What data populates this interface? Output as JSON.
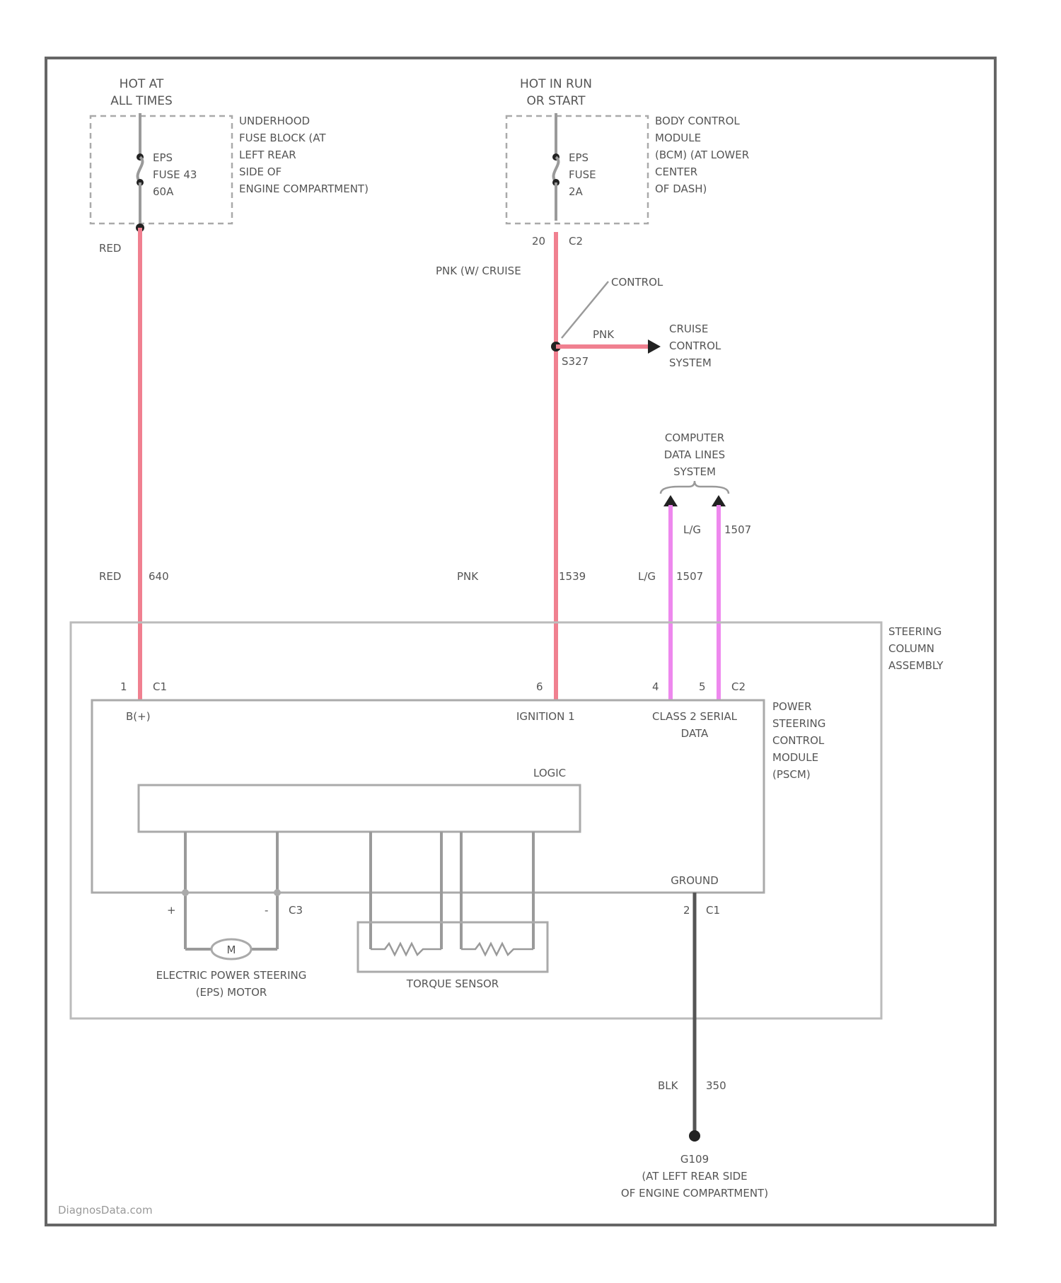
{
  "sources": {
    "hot_at_all_times": [
      "HOT AT",
      "ALL TIMES"
    ],
    "hot_in_run": [
      "HOT IN RUN",
      "OR START"
    ]
  },
  "fuse1": {
    "lines": [
      "EPS",
      "FUSE 43",
      "60A"
    ],
    "wire": "RED"
  },
  "fuse_block": [
    "UNDERHOOD",
    "FUSE BLOCK (AT",
    "LEFT REAR",
    "SIDE OF",
    "ENGINE COMPARTMENT)"
  ],
  "fuse2": {
    "lines": [
      "EPS",
      "FUSE",
      "2A"
    ],
    "pin": "20",
    "conn": "C2"
  },
  "bcm": [
    "BODY CONTROL",
    "MODULE",
    "(BCM) (AT LOWER",
    "CENTER",
    "OF DASH)"
  ],
  "wire_pnk_cruise": "PNK (W/ CRUISE",
  "control": "CONTROL",
  "splice": {
    "wire": "PNK",
    "id": "S327"
  },
  "cruise": [
    "CRUISE",
    "CONTROL",
    "SYSTEM"
  ],
  "data_lines": [
    "COMPUTER",
    "DATA LINES",
    "SYSTEM"
  ],
  "data_wire_top": {
    "color": "L/G",
    "circuit": "1507"
  },
  "wires_mid": {
    "red": "RED",
    "red_circuit": "640",
    "pnk": "PNK",
    "pnk_circuit": "1539",
    "lg": "L/G",
    "lg_circuit": "1507"
  },
  "steering_assembly": [
    "STEERING",
    "COLUMN",
    "ASSEMBLY"
  ],
  "pins": {
    "bplus_pin": "1",
    "c1": "C1",
    "ign_pin": "6",
    "data_pin1": "4",
    "data_pin2": "5",
    "c2": "C2"
  },
  "pscm_labels": {
    "bplus": "B(+)",
    "ignition": "IGNITION 1",
    "serial": [
      "CLASS 2 SERIAL",
      "DATA"
    ],
    "logic": "LOGIC",
    "ground": "GROUND"
  },
  "pscm": [
    "POWER",
    "STEERING",
    "CONTROL",
    "MODULE",
    "(PSCM)"
  ],
  "motor": {
    "plus": "+",
    "minus": "-",
    "conn": "C3",
    "symbol": "M",
    "label": [
      "ELECTRIC POWER STEERING",
      "(EPS) MOTOR"
    ]
  },
  "torque_sensor": "TORQUE SENSOR",
  "ground": {
    "pin": "2",
    "conn": "C1",
    "wire": "BLK",
    "circuit": "350",
    "id": "G109",
    "location": [
      "(AT LEFT REAR SIDE",
      "OF ENGINE COMPARTMENT)"
    ]
  },
  "watermark": "DiagnosData.com",
  "colors": {
    "power": "#f08090",
    "data": "#ee88ee",
    "ground": "#555555"
  }
}
